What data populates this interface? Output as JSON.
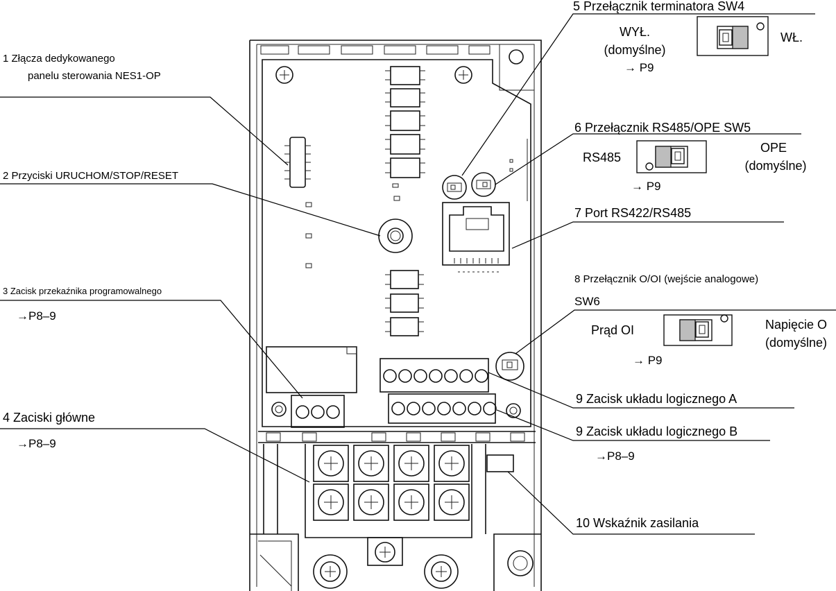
{
  "callouts": {
    "c1": {
      "line1": "1 Złącza dedykowanego",
      "line2": "panelu sterowania NES1-OP"
    },
    "c2": {
      "text": "2 Przyciski URUCHOM/STOP/RESET"
    },
    "c3": {
      "text": "3 Zacisk przekaźnika programowalnego",
      "ref": "→P8–9"
    },
    "c4": {
      "text": "4 Zaciski główne",
      "ref": "→P8–9"
    },
    "c5": {
      "text": "5 Przełącznik terminatora SW4",
      "off_line1": "WYŁ.",
      "off_line2": "(domyślne)",
      "ref": "→ P9",
      "on": "WŁ."
    },
    "c6": {
      "text": "6 Przełącznik RS485/OPE SW5",
      "left": "RS485",
      "right_line1": "OPE",
      "right_line2": "(domyślne)",
      "ref": "→ P9"
    },
    "c7": {
      "text": "7 Port RS422/RS485"
    },
    "c8": {
      "text": "8 Przełącznik O/OI (wejście analogowe)",
      "sub": "SW6",
      "left": "Prąd OI",
      "right_line1": "Napięcie O",
      "right_line2": "(domyślne)",
      "ref": "→ P9"
    },
    "c9a": {
      "text": "9 Zacisk układu logicznego A"
    },
    "c9b": {
      "text": "9 Zacisk układu logicznego B",
      "ref": "→P8–9"
    },
    "c10": {
      "text": "10 Wskaźnik zasilania"
    }
  }
}
